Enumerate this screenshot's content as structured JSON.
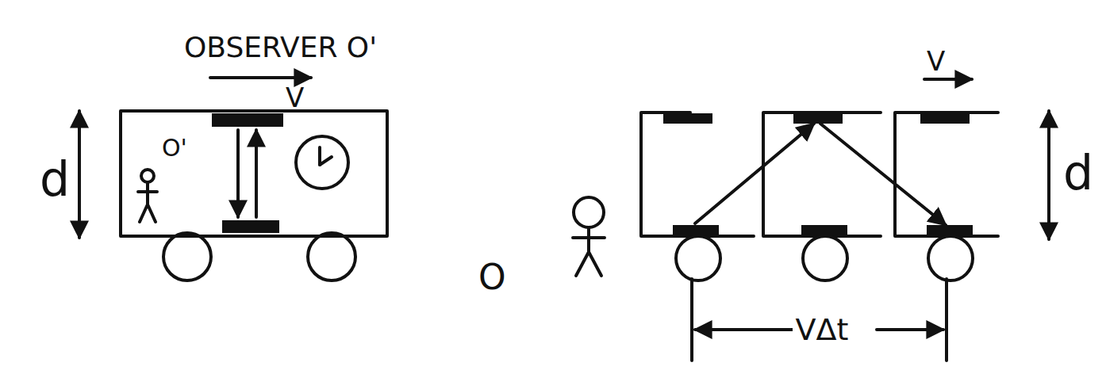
{
  "diagram": {
    "labels": [
      "OBSERVER O'",
      "V",
      "d",
      "O'",
      "O",
      "V",
      "d",
      "VΔt"
    ]
  }
}
